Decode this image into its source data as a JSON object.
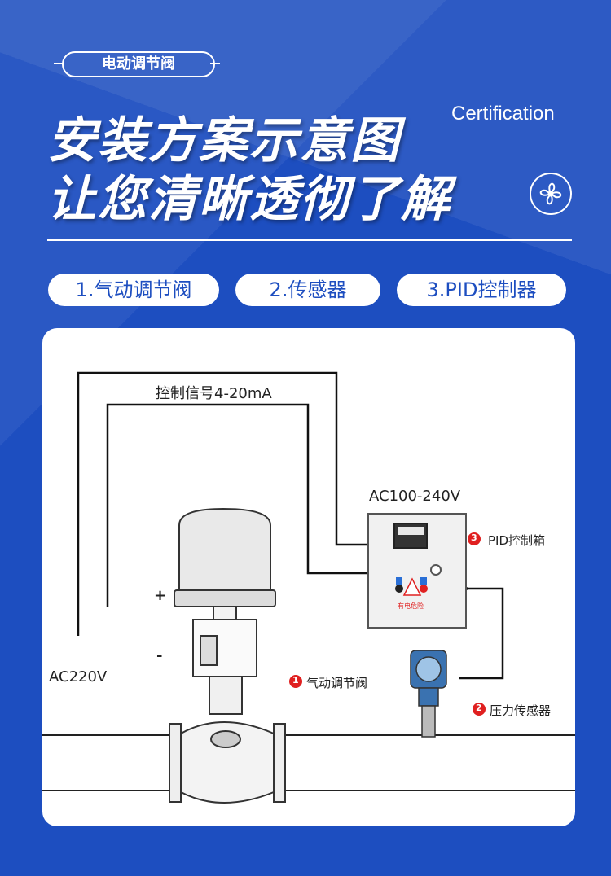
{
  "header": {
    "tag": "电动调节阀",
    "title_line1": "安装方案示意图",
    "title_line2": "让您清晰透彻了解",
    "certification": "Certification"
  },
  "components": [
    {
      "label": "1.气动调节阀"
    },
    {
      "label": "2.传感器"
    },
    {
      "label": "3.PID控制器"
    }
  ],
  "diagram": {
    "control_signal": "控制信号4-20mA",
    "box_power": "AC100-240V",
    "main_power": "AC220V",
    "plus": "+",
    "minus": "-",
    "warning_text": "有电危险",
    "legend": [
      {
        "num": "1",
        "label": "气动调节阀"
      },
      {
        "num": "2",
        "label": "压力传感器"
      },
      {
        "num": "3",
        "label": "PID控制箱"
      }
    ]
  },
  "colors": {
    "background": "#1d4ec0",
    "accent": "#e02020"
  }
}
